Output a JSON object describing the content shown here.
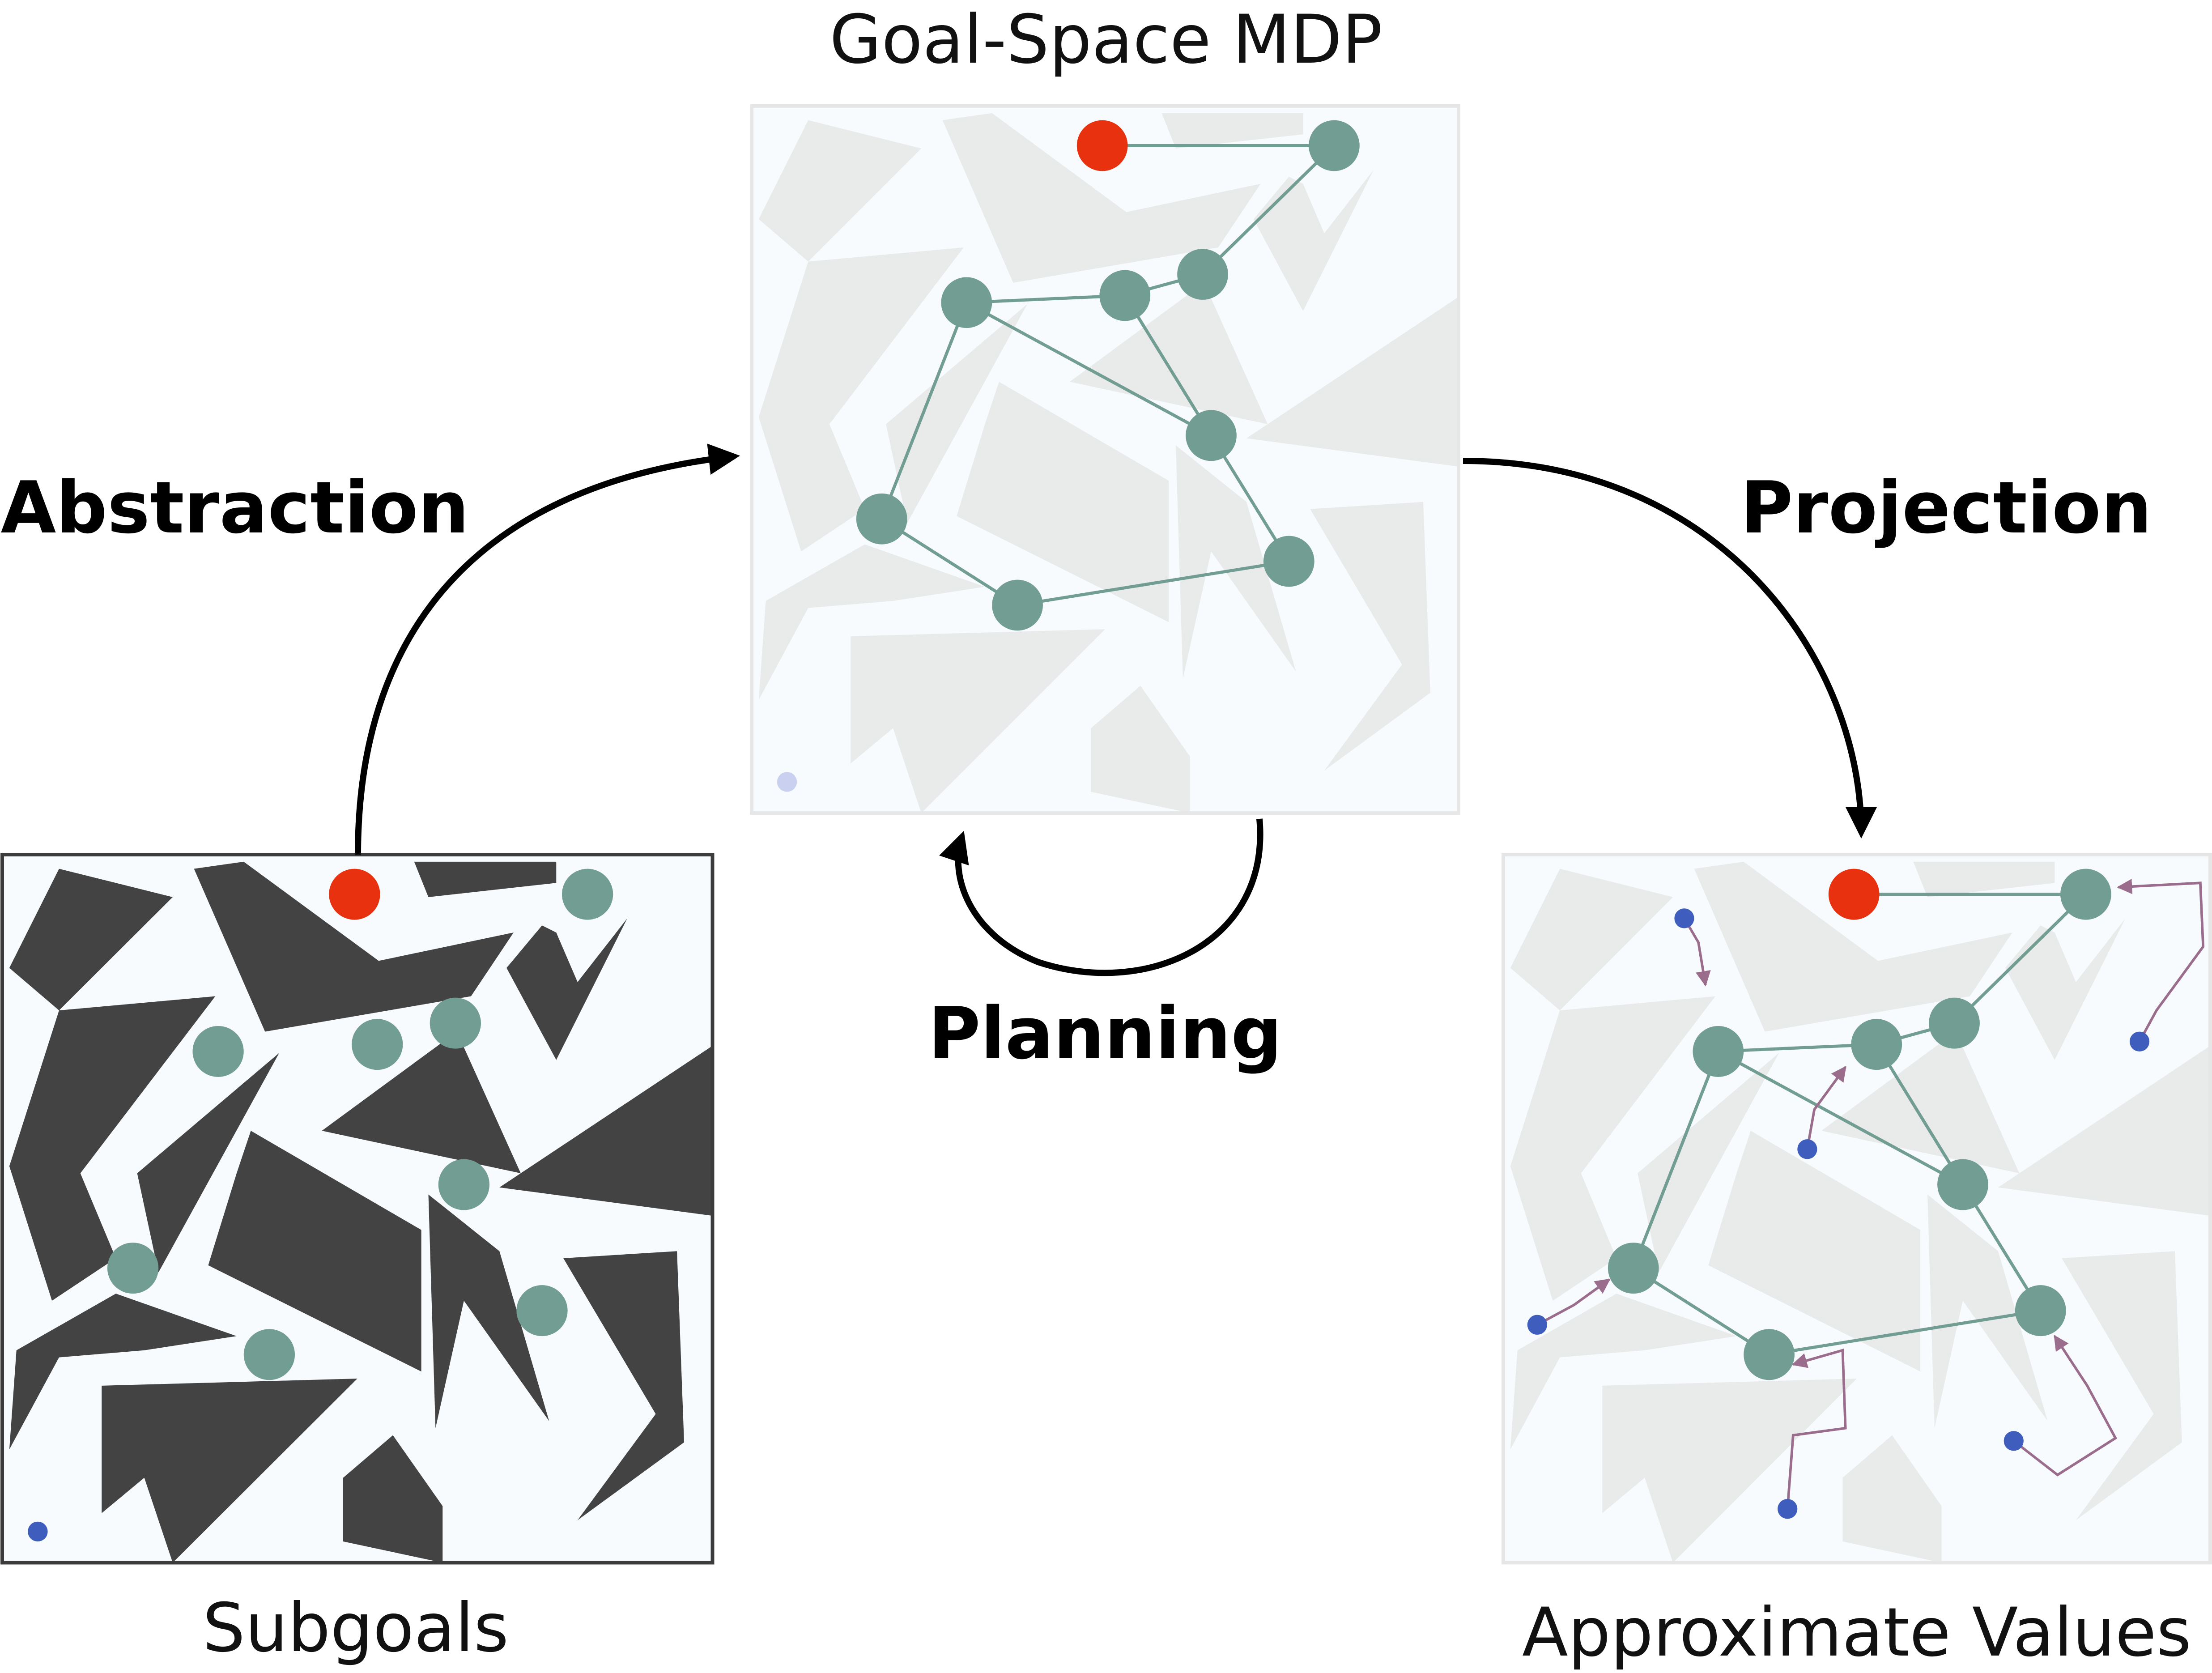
{
  "labels": {
    "subgoals": "Subgoals",
    "goal_space_mdp": "Goal-Space MDP",
    "approximate_values": "Approximate Values",
    "abstraction": "Abstraction",
    "projection": "Projection",
    "planning": "Planning"
  },
  "colors": {
    "obstacle_dark": "#434343",
    "obstacle_light": "#e9eaea",
    "node": "#729d92",
    "goal": "#e8310f",
    "start": "#3f5dbd",
    "projection_arrow": "#9a6d8c",
    "frame_dark": "#3c3c3c",
    "frame_light": "#e6e6e6",
    "arrow": "#000000"
  },
  "icons": {
    "goal_marker": "red-dot",
    "subgoal_node": "teal-dot",
    "start_marker": "blue-dot"
  }
}
